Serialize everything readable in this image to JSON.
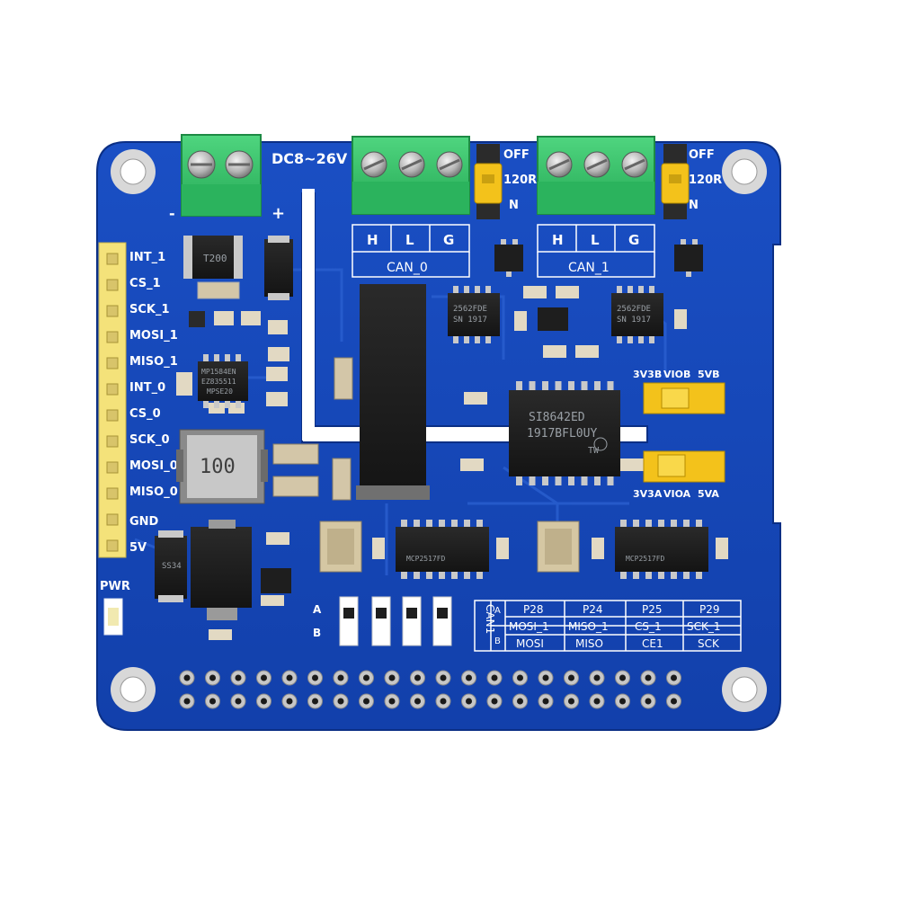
{
  "board": {
    "colors": {
      "pcb": "#1546b8",
      "pcb_dark": "#0d3596",
      "terminal": "#35c46a",
      "jumper": "#f3c21b",
      "header": "#f4e27a",
      "chip": "#1b1b1b"
    },
    "power_input_label": "DC8~26V",
    "minus_label": "-",
    "plus_label": "+",
    "can0": {
      "label": "CAN_0",
      "pins": [
        "H",
        "L",
        "G"
      ]
    },
    "can1": {
      "label": "CAN_1",
      "pins": [
        "H",
        "L",
        "G"
      ]
    },
    "jumper_off_label": "OFF",
    "jumper_120r_label": "120R",
    "jumper_on_label": "N",
    "pin_header_labels": [
      "INT_1",
      "CS_1",
      "SCK_1",
      "MOSI_1",
      "MISO_1",
      "INT_0",
      "CS_0",
      "SCK_0",
      "MOSI_0",
      "MISO_0",
      "GND",
      "5V"
    ],
    "pwr_label": "PWR",
    "vio_b_labels": [
      "3V3B",
      "VIOB",
      "5VB"
    ],
    "vio_a_labels": [
      "3V3A",
      "VIOA",
      "5VA"
    ],
    "isolator_chip": [
      "SI8642ED",
      "1917BFL0UY",
      "TW"
    ],
    "inductor_text": "100",
    "inductor_small_text": "T200",
    "transceiver_chip": [
      "2562FDE",
      "SN 1917"
    ],
    "buck_chip": [
      "MP1584EN",
      "EZ835511",
      "MPSE20"
    ],
    "can_controller_chip": "MCP2517FD",
    "diode_text": "SS34",
    "ac_label": "A",
    "bc_label": "B",
    "pin_table": {
      "side_label": "CAN1",
      "rows_labels": [
        "A",
        "B"
      ],
      "headers": [
        "P28",
        "P24",
        "P25",
        "P29"
      ],
      "row_a": [
        "MOSI_1",
        "MISO_1",
        "CS_1",
        "SCK_1"
      ],
      "row_b": [
        "MOSI",
        "MISO",
        "CE1",
        "SCK"
      ]
    }
  }
}
